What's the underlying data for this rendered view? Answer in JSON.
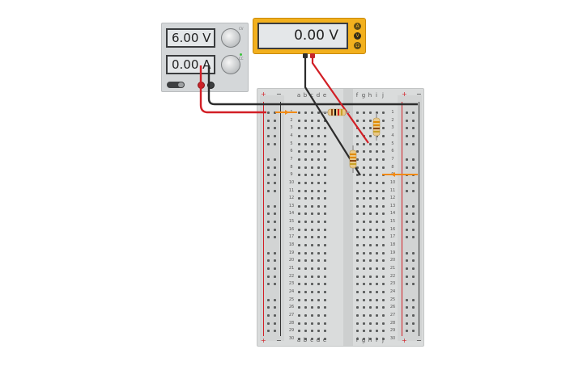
{
  "power_supply": {
    "voltage_display": "6.00 V",
    "current_display": "0.00 A",
    "voltage_knob_label": "CV",
    "current_knob_label": "CC",
    "switch_icon": "power-switch-icon"
  },
  "multimeter": {
    "display": "0.00 V",
    "modes": [
      "A",
      "V",
      "Ω"
    ],
    "active_mode": "V"
  },
  "breadboard": {
    "columns_left": [
      "a",
      "b",
      "c",
      "d",
      "e"
    ],
    "columns_right": [
      "f",
      "g",
      "h",
      "i",
      "j"
    ],
    "rows": 30,
    "rail_plus": "+",
    "rail_minus": "−"
  },
  "components": [
    {
      "type": "resistor",
      "orientation": "horizontal",
      "bands": [
        "#8b4513",
        "#111111",
        "#d02020",
        "#c9a227"
      ]
    },
    {
      "type": "resistor",
      "orientation": "vertical",
      "bands": [
        "#e08a00",
        "#e08a00",
        "#8b4513",
        "#c9a227"
      ]
    },
    {
      "type": "resistor",
      "orientation": "vertical",
      "bands": [
        "#e08a00",
        "#e08a00",
        "#8b4513",
        "#c9a227"
      ]
    }
  ],
  "colors": {
    "wire_red": "#d21f26",
    "wire_black": "#2c2c2c",
    "jumper_orange": "#f08a16",
    "rail_red": "#d21f26",
    "rail_black": "#333333",
    "multimeter_body": "#f2b01e",
    "psu_body": "#d4d7d9"
  }
}
